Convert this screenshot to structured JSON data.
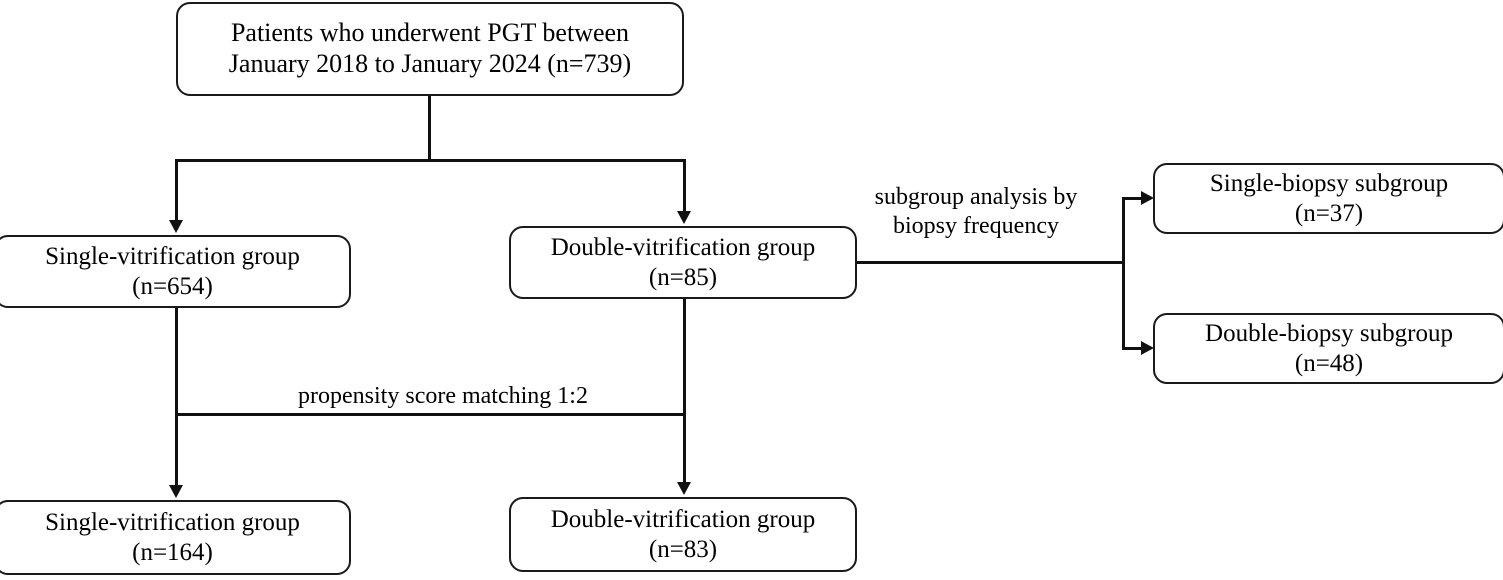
{
  "diagram": {
    "type": "flowchart",
    "title": "Patient flow diagram for PGT vitrification study",
    "nodes": [
      {
        "id": "cohort",
        "line1": "Patients who underwent PGT between",
        "line2": "January 2018 to January 2024 (n=739)",
        "count": 739
      },
      {
        "id": "single-vitrification-654",
        "line1": "Single-vitrification group",
        "line2": "(n=654)",
        "count": 654
      },
      {
        "id": "double-vitrification-85",
        "line1": "Double-vitrification group",
        "line2": "(n=85)",
        "count": 85
      },
      {
        "id": "single-biopsy-37",
        "line1": "Single-biopsy subgroup",
        "line2": "(n=37)",
        "count": 37
      },
      {
        "id": "double-biopsy-48",
        "line1": "Double-biopsy subgroup",
        "line2": "(n=48)",
        "count": 48
      },
      {
        "id": "single-vitrification-164",
        "line1": "Single-vitrification group",
        "line2": "(n=164)",
        "count": 164
      },
      {
        "id": "double-vitrification-83",
        "line1": "Double-vitrification group",
        "line2": "(n=83)",
        "count": 83
      }
    ],
    "edge_labels": {
      "subgroup_analysis_line1": "subgroup analysis by",
      "subgroup_analysis_line2": "biopsy frequency",
      "propensity_matching": "propensity score matching 1:2"
    },
    "colors": {
      "stroke": "#1a1a1a",
      "connector": "#111111",
      "text": "#000000",
      "background": "#ffffff"
    }
  }
}
